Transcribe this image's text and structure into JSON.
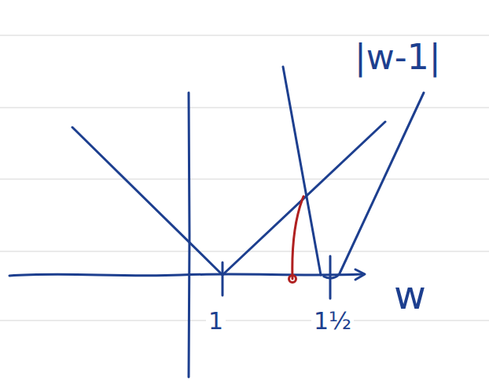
{
  "diagram": {
    "labels": [
      "|w-1|",
      "1",
      "1½",
      "w"
    ]
  }
}
